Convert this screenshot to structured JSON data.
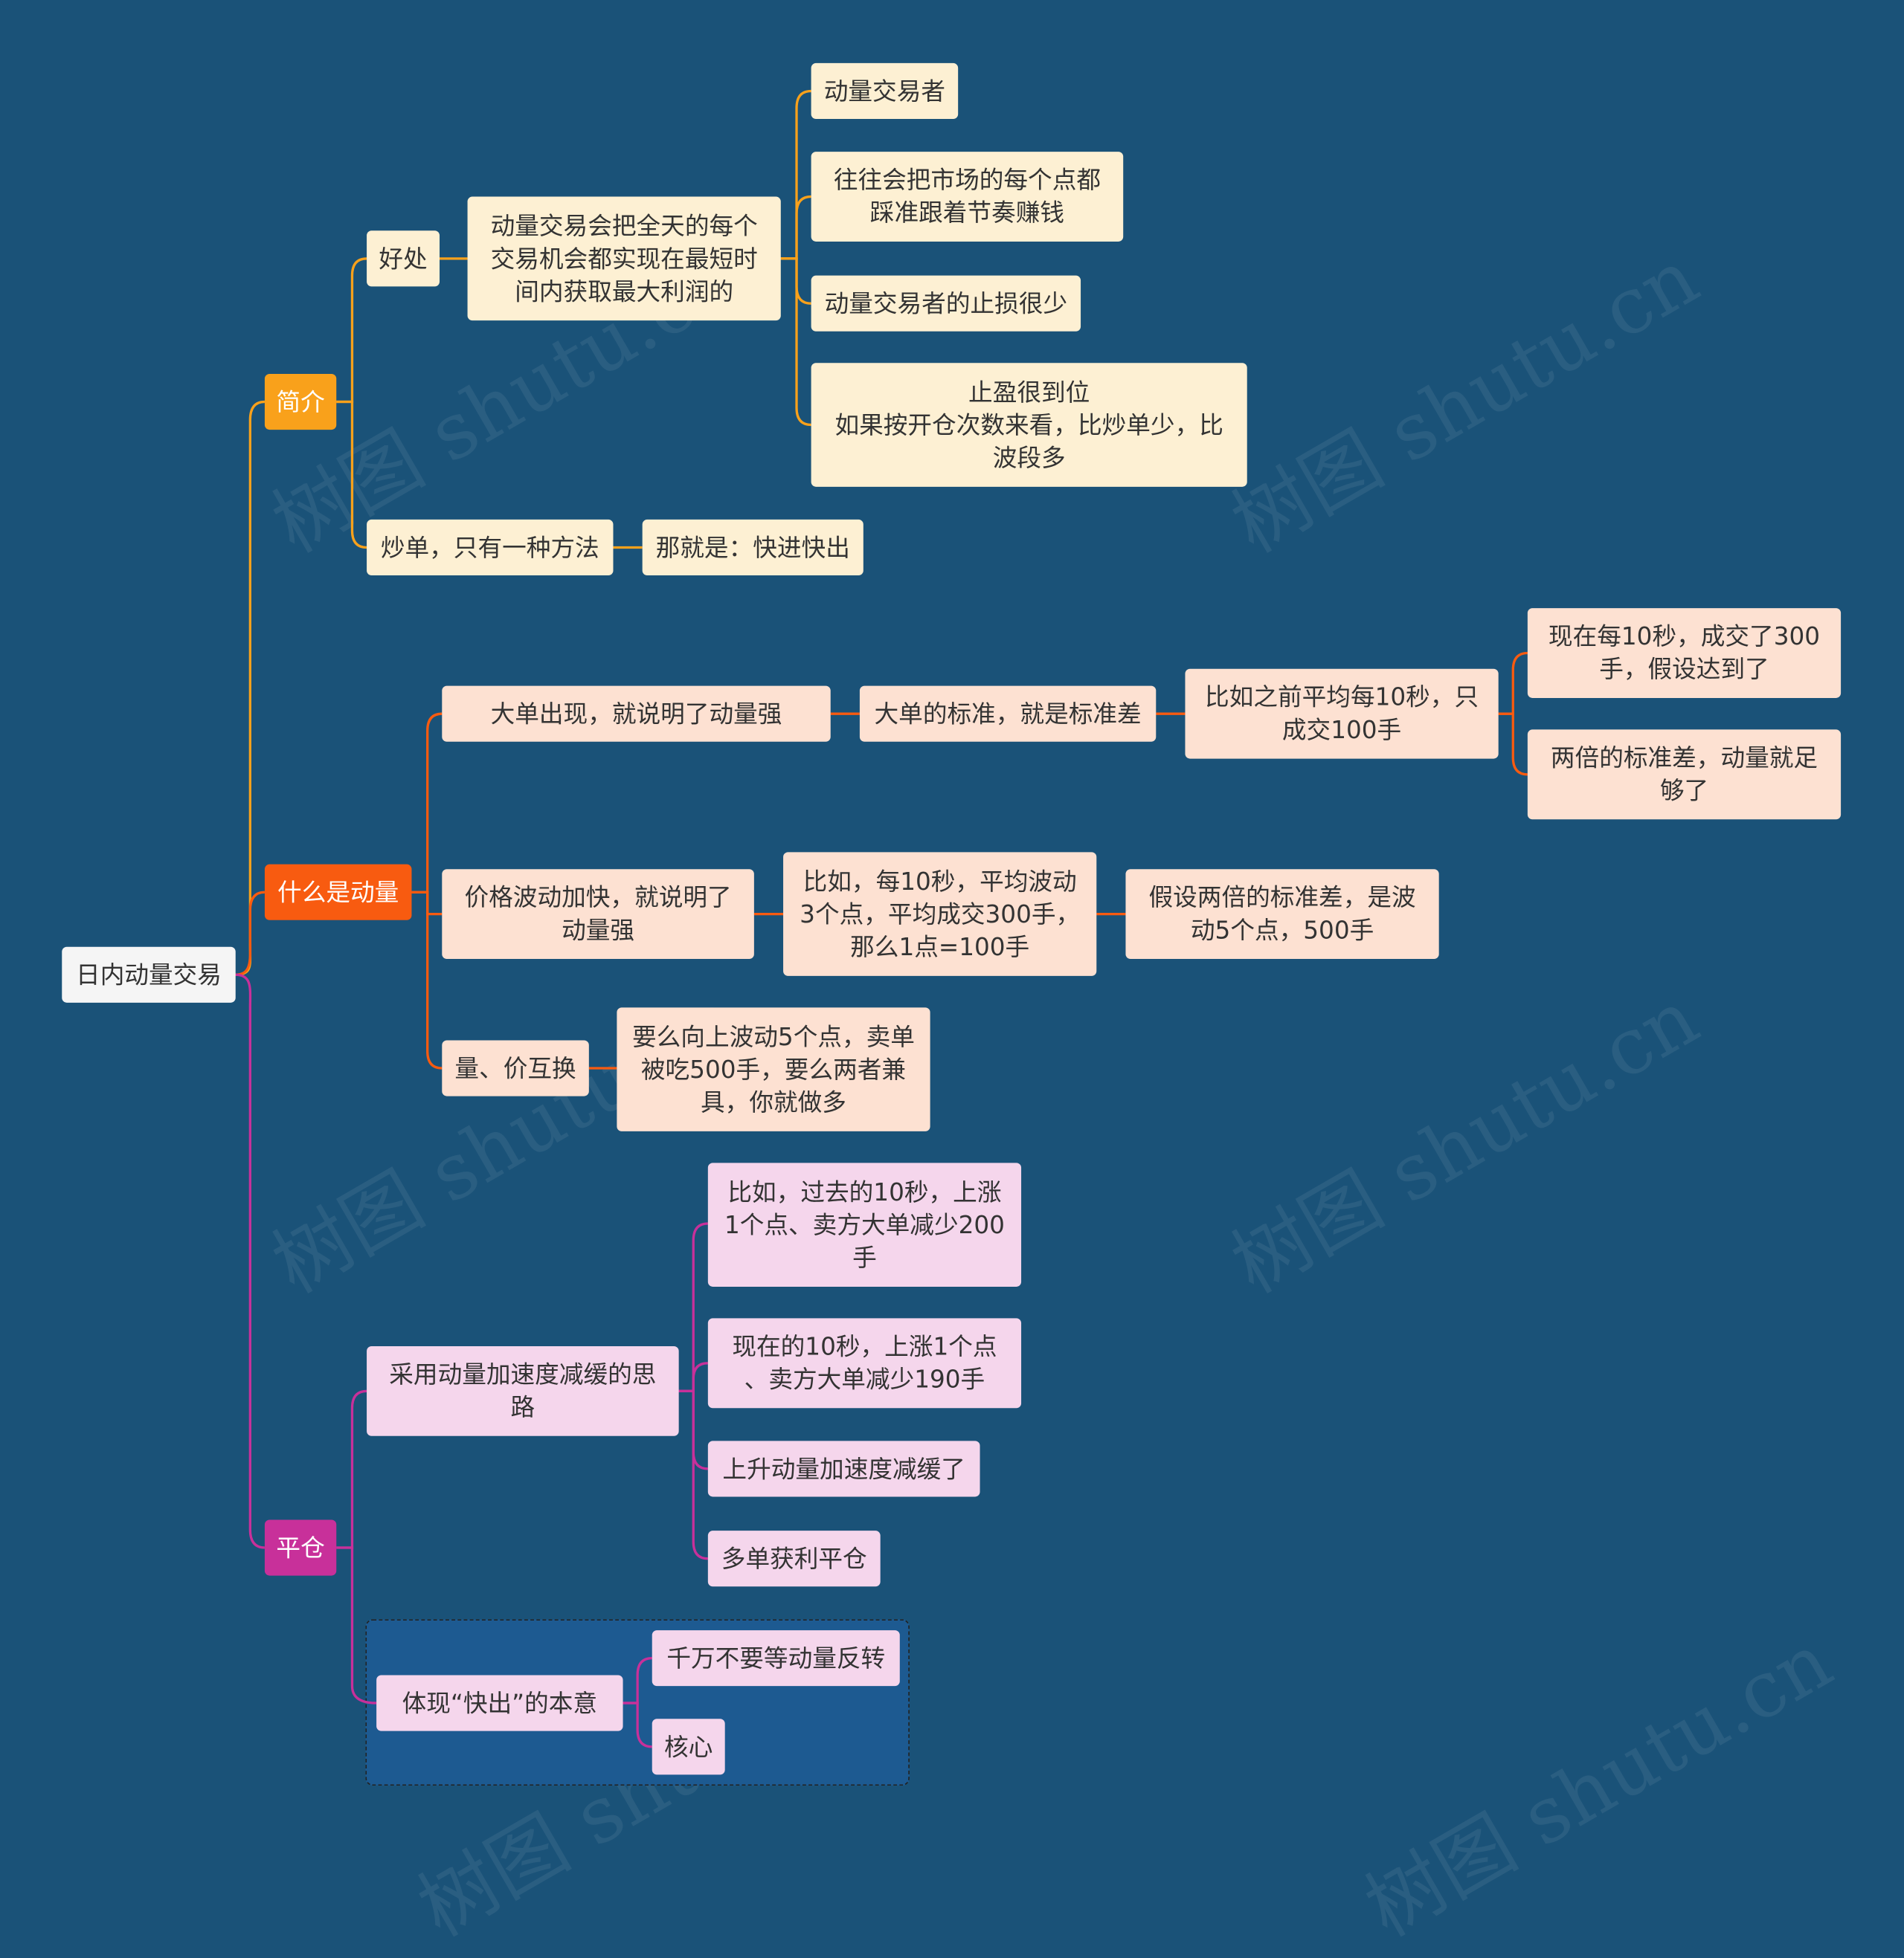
{
  "colors": {
    "background": "#1a5278",
    "intro": "#f9a11b",
    "momentum": "#f85b10",
    "close": "#c8309a",
    "yellow_node": "#fdf0d3",
    "peach_node": "#fde1d2",
    "pink_node": "#f5d6ec"
  },
  "watermark": "树图 shutu.cn",
  "root": "日内动量交易",
  "intro": {
    "label": "简介",
    "benefit": {
      "label": "好处",
      "detail": "动量交易会把全天的每个\n交易机会都实现在最短时\n间内获取最大利润的",
      "items": [
        "动量交易者",
        "往往会把市场的每个点都\n踩准跟着节奏赚钱",
        "动量交易者的止损很少",
        "止盈很到位\n如果按开仓次数来看，比炒单少，比\n波段多"
      ]
    },
    "scalp": {
      "label": "炒单，只有一种方法",
      "detail": "那就是：快进快出"
    }
  },
  "momentum": {
    "label": "什么是动量",
    "big_order": {
      "label": "大单出现，就说明了动量强",
      "standard": "大单的标准，就是标准差",
      "example": "比如之前平均每10秒，只\n成交100手",
      "items": [
        "现在每10秒，成交了300\n手，假设达到了",
        "两倍的标准差，动量就足\n够了"
      ]
    },
    "price": {
      "label": "价格波动加快，就说明了\n动量强",
      "example": "比如，每10秒，平均波动\n3个点，平均成交300手，\n那么1点=100手",
      "detail": "假设两倍的标准差，是波\n动5个点，500手"
    },
    "swap": {
      "label": "量、价互换",
      "detail": "要么向上波动5个点，卖单\n被吃500手，要么两者兼\n具，你就做多"
    }
  },
  "close": {
    "label": "平仓",
    "decel": {
      "label": "采用动量加速度减缓的思\n路",
      "items": [
        "比如，过去的10秒，上涨\n1个点、卖方大单减少200\n手",
        "现在的10秒，上涨1个点\n、卖方大单减少190手",
        "上升动量加速度减缓了",
        "多单获利平仓"
      ]
    },
    "quick": {
      "label": "体现“快出”的本意",
      "items": [
        "千万不要等动量反转",
        "核心"
      ]
    }
  }
}
